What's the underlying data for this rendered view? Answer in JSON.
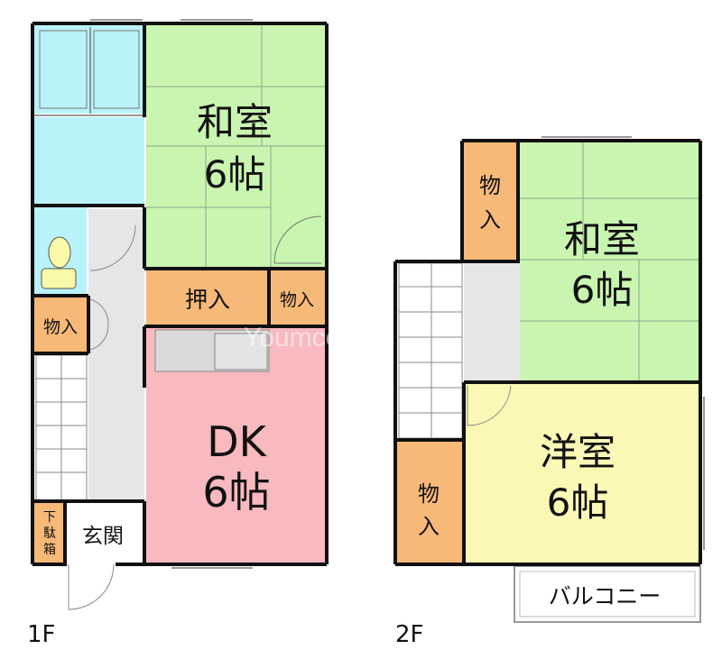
{
  "colors": {
    "tatami": "#c9f5b0",
    "storage": "#f7b978",
    "dk": "#f8b9bf",
    "western": "#faf8b4",
    "bath": "#b9f3f9",
    "hall": "#e6e6e6",
    "wall": "#111111",
    "thin": "#9a9a9a"
  },
  "floor1": {
    "label": "1F",
    "washitsu": {
      "name": "和室",
      "size": "6帖"
    },
    "oshiire": "押入",
    "monoire_top": "物入",
    "monoire_left": "物入",
    "dk": {
      "name": "DK",
      "size": "6帖"
    },
    "genkan": "玄関",
    "shoe_box": [
      "下",
      "駄",
      "箱"
    ]
  },
  "floor2": {
    "label": "2F",
    "washitsu": {
      "name": "和室",
      "size": "6帖"
    },
    "monoire_top": [
      "物",
      "入"
    ],
    "monoire_left": [
      "物",
      "入"
    ],
    "yoshitsu": {
      "name": "洋室",
      "size": "6帖"
    },
    "balcony": "バルコニー"
  },
  "watermark": "Youmco.g p"
}
